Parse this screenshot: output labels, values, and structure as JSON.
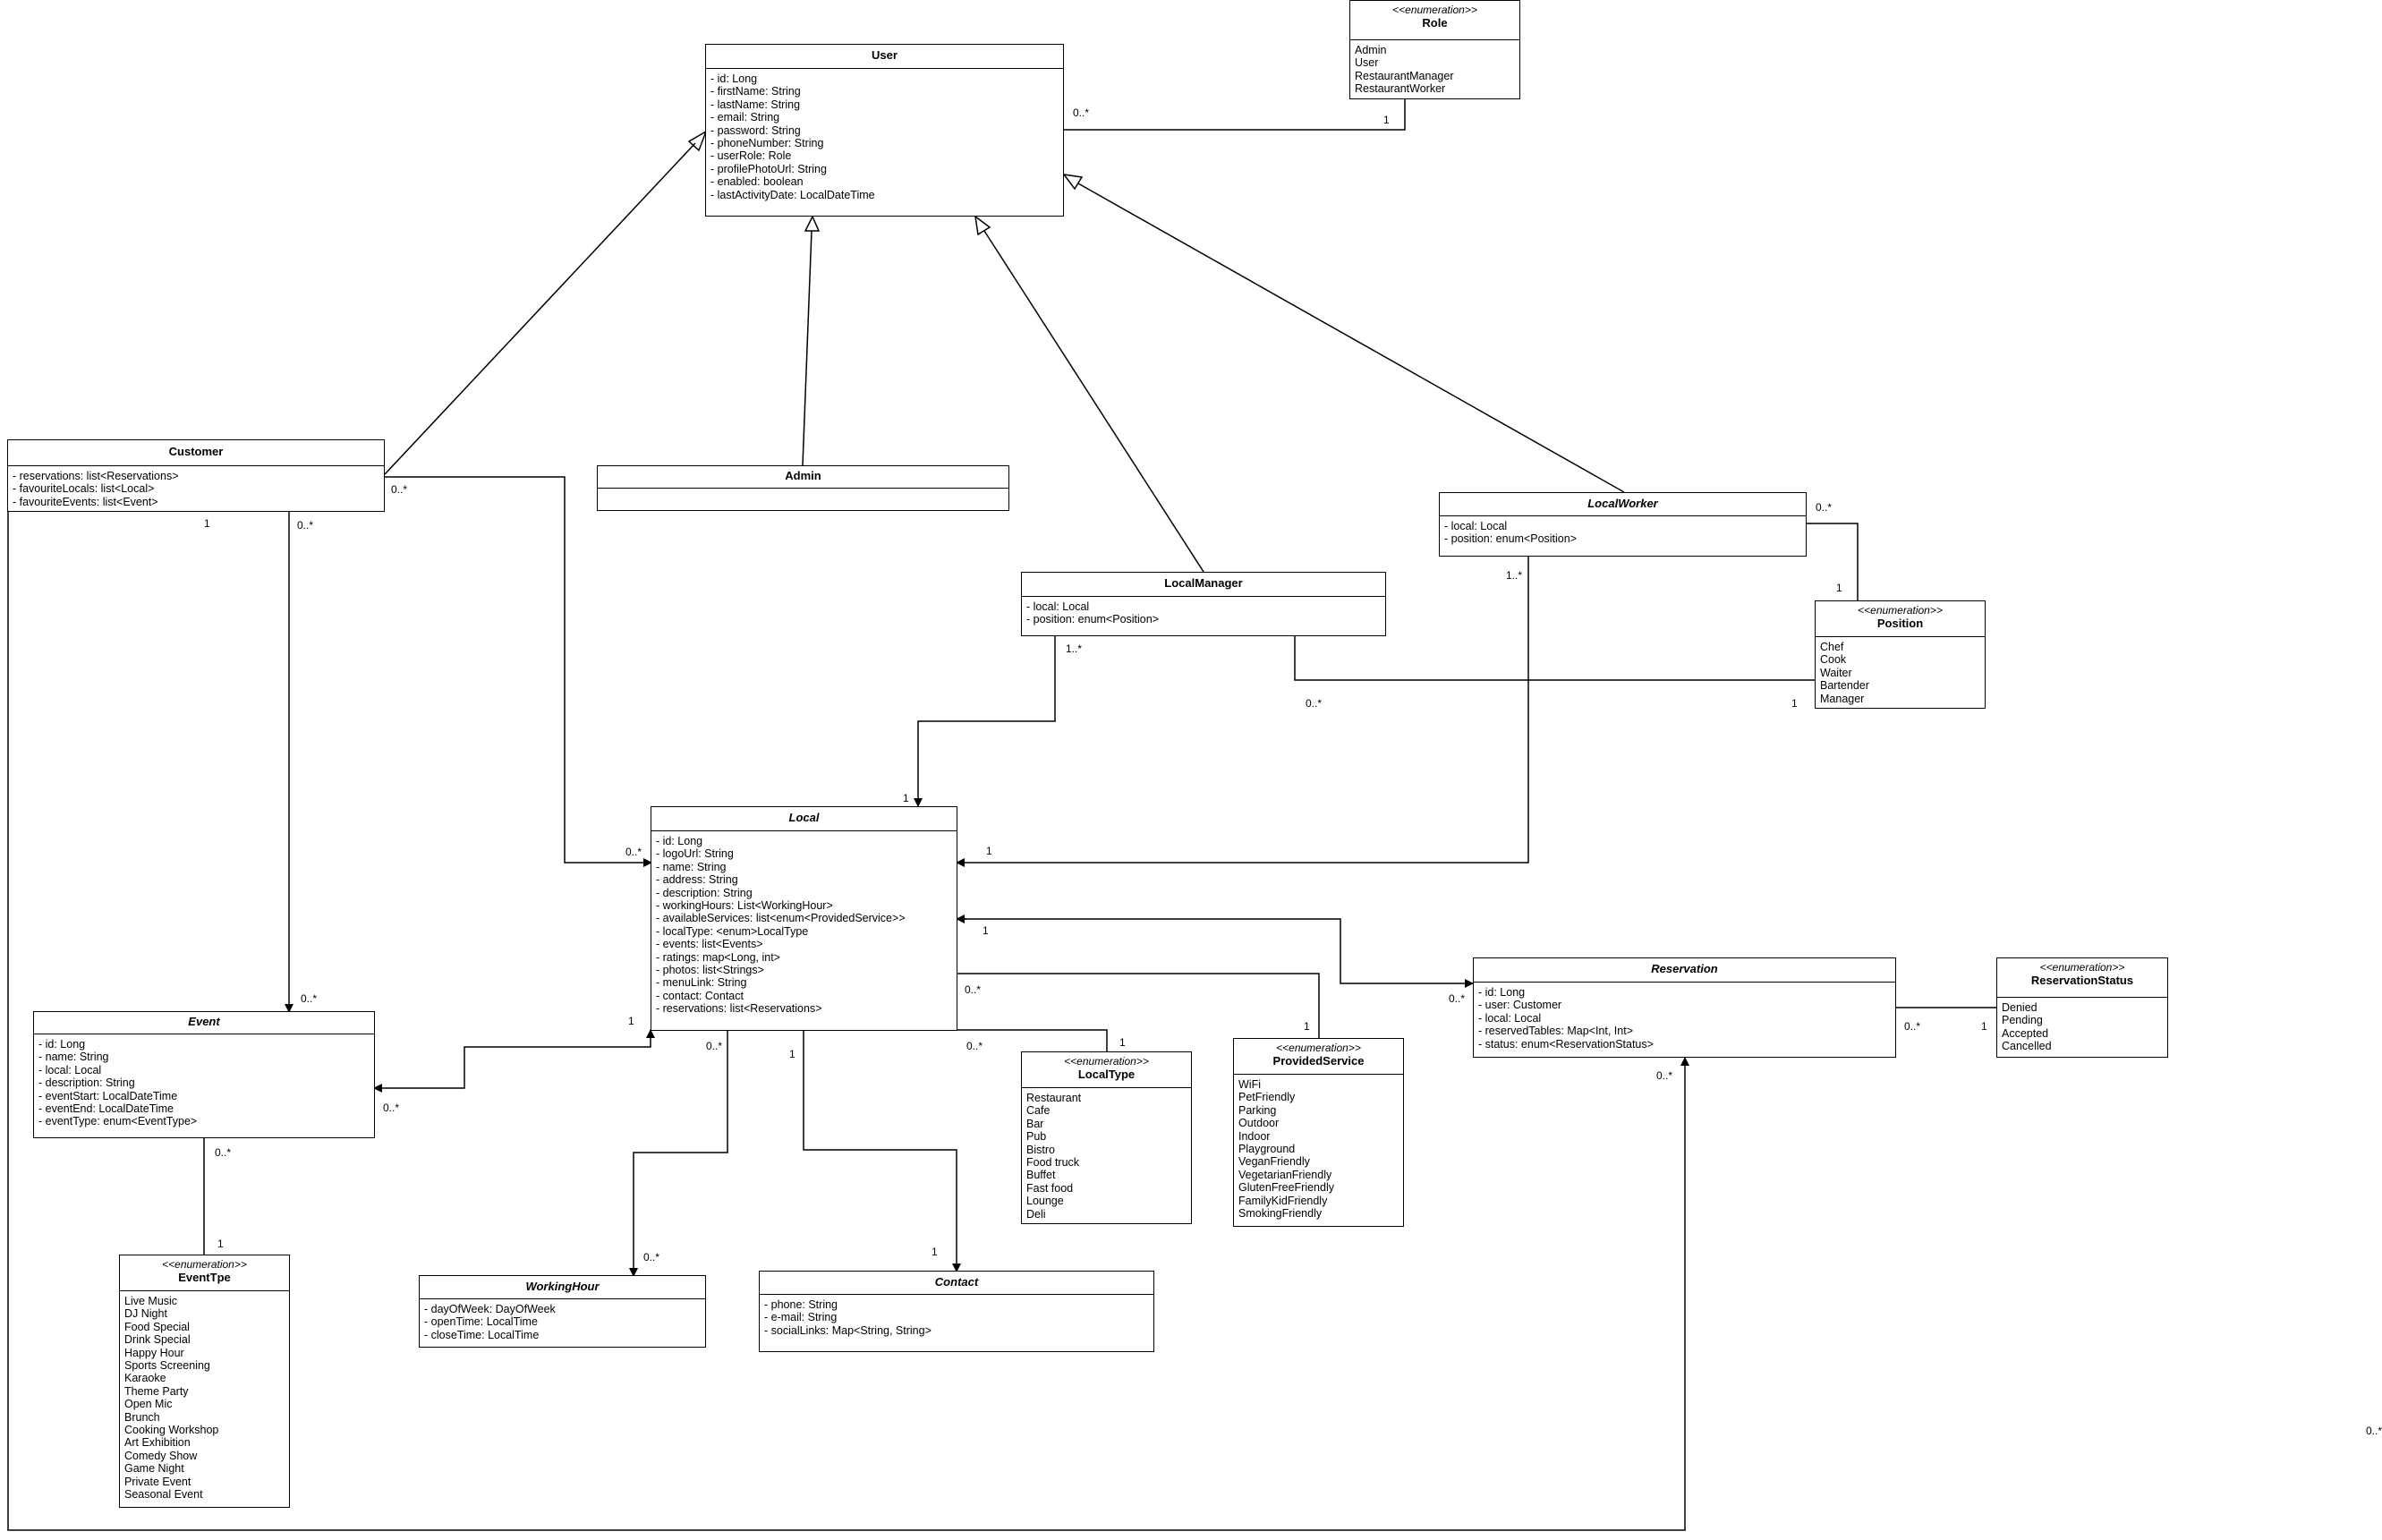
{
  "classes": {
    "user": {
      "name": "User",
      "attributes": [
        "- id: Long",
        "- firstName: String",
        "- lastName: String",
        "- email: String",
        "- password: String",
        "- phoneNumber: String",
        "- userRole: Role",
        "- profilePhotoUrl: String",
        "- enabled: boolean",
        "- lastActivityDate: LocalDateTime"
      ]
    },
    "role": {
      "stereotype": "<<enumeration>>",
      "name": "Role",
      "values": [
        "Admin",
        "User",
        "RestaurantManager",
        "RestaurantWorker"
      ]
    },
    "customer": {
      "name": "Customer",
      "attributes": [
        "- reservations: list<Reservations>",
        "- favouriteLocals: list<Local>",
        "- favouriteEvents: list<Event>"
      ]
    },
    "admin": {
      "name": "Admin"
    },
    "local_worker": {
      "name": "LocalWorker",
      "attributes": [
        "- local: Local",
        "- position: enum<Position>"
      ]
    },
    "local_manager": {
      "name": "LocalManager",
      "attributes": [
        "- local: Local",
        "- position: enum<Position>"
      ]
    },
    "position": {
      "stereotype": "<<enumeration>>",
      "name": "Position",
      "values": [
        "Chef",
        "Cook",
        "Waiter",
        "Bartender",
        "Manager"
      ]
    },
    "local": {
      "name": "Local",
      "attributes": [
        "- id: Long",
        "- logoUrl: String",
        "- name: String",
        "- address: String",
        "- description: String",
        "- workingHours: List<WorkingHour>",
        "- availableServices: list<enum<ProvidedService>>",
        "- localType: <enum>LocalType",
        "- events: list<Events>",
        "- ratings: map<Long, int>",
        "- photos: list<Strings>",
        "- menuLink: String",
        "- contact: Contact",
        "- reservations: list<Reservations>"
      ]
    },
    "event": {
      "name": "Event",
      "attributes": [
        "- id: Long",
        "- name: String",
        "- local: Local",
        "- description: String",
        "- eventStart: LocalDateTime",
        "- eventEnd: LocalDateTime",
        "- eventType: enum<EventType>"
      ]
    },
    "reservation": {
      "name": "Reservation",
      "attributes": [
        "- id: Long",
        "- user: Customer",
        "- local: Local",
        "- reservedTables: Map<Int, Int>",
        "- status: enum<ReservationStatus>"
      ]
    },
    "reservation_status": {
      "stereotype": "<<enumeration>>",
      "name": "ReservationStatus",
      "values": [
        "Denied",
        "Pending",
        "Accepted",
        "Cancelled"
      ]
    },
    "local_type": {
      "stereotype": "<<enumeration>>",
      "name": "LocalType",
      "values": [
        "Restaurant",
        "Cafe",
        "Bar",
        "Pub",
        "Bistro",
        "Food truck",
        "Buffet",
        "Fast food",
        "Lounge",
        "Deli"
      ]
    },
    "provided_service": {
      "stereotype": "<<enumeration>>",
      "name": "ProvidedService",
      "values": [
        "WiFi",
        "PetFriendly",
        "Parking",
        "Outdoor",
        "Indoor",
        "Playground",
        "VeganFriendly",
        "VegetarianFriendly",
        "GlutenFreeFriendly",
        "FamilyKidFriendly",
        "SmokingFriendly"
      ]
    },
    "event_type": {
      "stereotype": "<<enumeration>>",
      "name": "EventTpe",
      "values": [
        "Live Music",
        "DJ Night",
        "Food Special",
        "Drink Special",
        "Happy Hour",
        "Sports Screening",
        "Karaoke",
        "Theme Party",
        "Open Mic",
        "Brunch",
        "Cooking Workshop",
        "Art Exhibition",
        "Comedy Show",
        "Game Night",
        "Private Event",
        "Seasonal Event"
      ]
    },
    "working_hour": {
      "name": "WorkingHour",
      "attributes": [
        "- dayOfWeek: DayOfWeek",
        "- openTime: LocalTime",
        "- closeTime: LocalTime"
      ]
    },
    "contact": {
      "name": "Contact",
      "attributes": [
        "- phone: String",
        "- e-mail: String",
        "- socialLinks: Map<String, String>"
      ]
    }
  },
  "multiplicities": {
    "user_role_user": "0..*",
    "user_role_role": "1",
    "customer_local": "0..*",
    "customer_1": "1",
    "customer_event": "0..*",
    "event_customer": "0..*",
    "worker_position": "0..*",
    "position_worker": "1",
    "worker_local": "1..*",
    "manager_local": "1..*",
    "manager_position": "0..*",
    "position_manager": "1",
    "local_manager": "1",
    "local_customer": "0..*",
    "local_worker": "1",
    "local_reservation": "1",
    "local_event": "1",
    "local_workinghour": "0..*",
    "local_contact": "1",
    "local_localtype": "0..*",
    "localtype_local": "1",
    "local_service": "0..*",
    "service_local": "1",
    "reservation_local": "0..*",
    "reservation_status": "0..*",
    "status_reservation": "1",
    "reservation_customer": "0..*",
    "event_local": "0..*",
    "event_eventtype": "0..*",
    "eventtype_event": "1",
    "workinghour_local": "0..*",
    "contact_local": "1",
    "stray": "0..*"
  }
}
